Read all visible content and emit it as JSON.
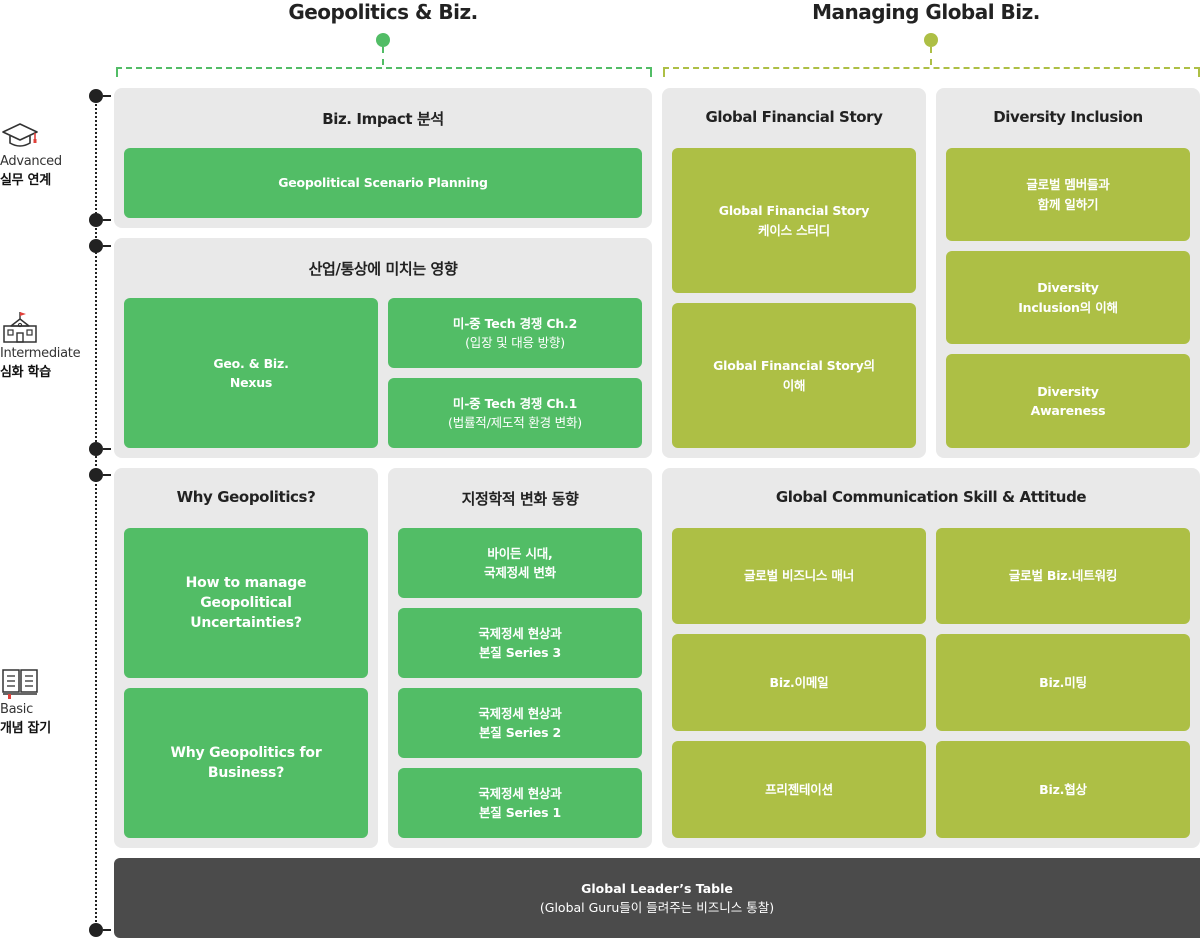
{
  "columns": {
    "geo": {
      "title": "Geopolitics & Biz.",
      "color": "#52bd66"
    },
    "mgmt": {
      "title": "Managing Global Biz.",
      "color": "#adbf45"
    }
  },
  "levels": {
    "advanced": {
      "en": "Advanced",
      "ko": "실무 연계",
      "icon": "graduation-cap-icon"
    },
    "intermediate": {
      "en": "Intermediate",
      "ko": "심화 학습",
      "icon": "school-building-icon"
    },
    "basic": {
      "en": "Basic",
      "ko": "개념 잡기",
      "icon": "open-book-icon"
    }
  },
  "panels": {
    "biz_impact": {
      "title": "Biz. Impact 분석",
      "items": [
        "Geopolitical Scenario Planning"
      ]
    },
    "industry": {
      "title": "산업/통상에 미치는 영향",
      "nexus": {
        "line1": "Geo. & Biz.",
        "line2": "Nexus"
      },
      "ch2": {
        "line1": "미-중 Tech 경쟁 Ch.2",
        "line2": "(입장 및 대응 방향)"
      },
      "ch1": {
        "line1": "미-중 Tech 경쟁 Ch.1",
        "line2": "(법률적/제도적 환경 변화)"
      }
    },
    "financial": {
      "title": "Global Financial Story",
      "items": [
        {
          "line1": "Global Financial Story",
          "line2": "케이스 스터디"
        },
        {
          "line1": "Global Financial Story의",
          "line2": "이해"
        }
      ]
    },
    "diversity": {
      "title": "Diversity Inclusion",
      "items": [
        {
          "line1": "글로벌 멤버들과",
          "line2": "함께 일하기"
        },
        {
          "line1": "Diversity",
          "line2": "Inclusion의 이해"
        },
        {
          "line1": "Diversity",
          "line2": "Awareness"
        }
      ]
    },
    "why": {
      "title": "Why Geopolitics?",
      "items": [
        {
          "line1": "How to manage",
          "line2": "Geopolitical",
          "line3": "Uncertainties?"
        },
        {
          "line1": "Why Geopolitics for",
          "line2": "Business?"
        }
      ]
    },
    "trend": {
      "title": "지정학적 변화 동향",
      "items": [
        {
          "line1": "바이든 시대,",
          "line2": "국제정세 변화"
        },
        {
          "line1": "국제정세 현상과",
          "line2": "본질 Series 3"
        },
        {
          "line1": "국제정세 현상과",
          "line2": "본질 Series 2"
        },
        {
          "line1": "국제정세 현상과",
          "line2": "본질 Series 1"
        }
      ]
    },
    "comm": {
      "title": "Global Communication Skill & Attitude",
      "items": [
        "글로벌 비즈니스 매너",
        "글로벌 Biz.네트워킹",
        "Biz.이메일",
        "Biz.미팅",
        "프리젠테이션",
        "Biz.협상"
      ]
    }
  },
  "footer": {
    "title": "Global Leader’s Table",
    "subtitle": "(Global Guru들이 들려주는 비즈니스 통찰)"
  }
}
